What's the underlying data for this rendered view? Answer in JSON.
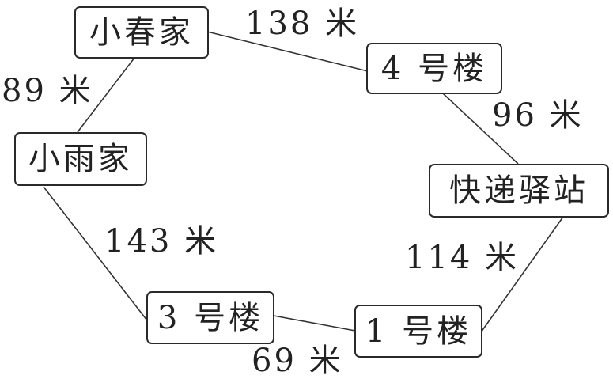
{
  "nodes": {
    "xiaochun": "小春家",
    "bldg4": "4 号楼",
    "express": "快递驿站",
    "bldg1": "1 号楼",
    "bldg3": "3 号楼",
    "xiaoyu": "小雨家"
  },
  "edges": {
    "xiaochun_bldg4": "138 米",
    "bldg4_express": "96 米",
    "express_bldg1": "114 米",
    "bldg1_bldg3": "69 米",
    "bldg3_xiaoyu": "143 米",
    "xiaoyu_xiaochun": "89 米"
  }
}
